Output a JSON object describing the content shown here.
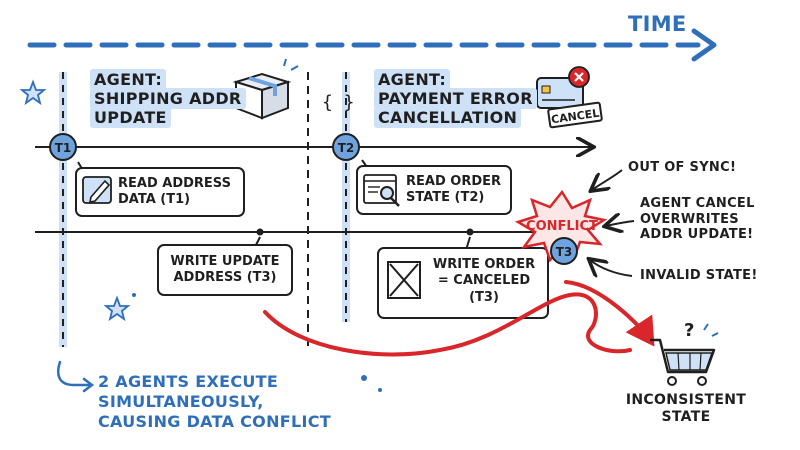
{
  "time_label": "TIME",
  "agent1": {
    "title_1": "AGENT:",
    "title_2": "SHIPPING ADDR",
    "title_3": "UPDATE"
  },
  "agent2": {
    "title_1": "AGENT:",
    "title_2": "PAYMENT ERROR",
    "title_3": "CANCELLATION"
  },
  "markers": {
    "t1": "T1",
    "t2": "T2",
    "t3": "T3"
  },
  "steps": {
    "read_address_1": "READ ADDRESS",
    "read_address_2": "DATA (T1)",
    "read_order_1": "READ ORDER",
    "read_order_2": "STATE (T2)",
    "write_update_1": "WRITE UPDATE",
    "write_update_2": "ADDRESS (T3)",
    "write_order_1": "WRITE ORDER",
    "write_order_2": "= CANCELED",
    "write_order_3": "(T3)"
  },
  "conflict_label": "CONFLICT",
  "cancel_stamp": "CANCEL",
  "braces": "{ }",
  "annotations": {
    "out_of_sync": "OUT OF SYNC!",
    "overwrite_1": "AGENT CANCEL",
    "overwrite_2": "OVERWRITES",
    "overwrite_3": "ADDR UPDATE!",
    "invalid_state": "INVALID STATE!"
  },
  "caption": {
    "line_1": "2 AGENTS EXECUTE",
    "line_2": "SIMULTANEOUSLY,",
    "line_3": "CAUSING DATA CONFLICT"
  },
  "result": {
    "line_1": "INCONSISTENT",
    "line_2": "STATE"
  },
  "colors": {
    "blue": "#2f6fba",
    "light_blue": "#cfe1f7",
    "red": "#d8262a",
    "ink": "#1f1f1f"
  },
  "icons": [
    "package-icon",
    "sparkle-icon",
    "credit-card-icon",
    "cancel-stamp-icon",
    "edit-icon",
    "search-doc-icon",
    "x-doc-icon",
    "shopping-cart-icon",
    "star-icon"
  ]
}
